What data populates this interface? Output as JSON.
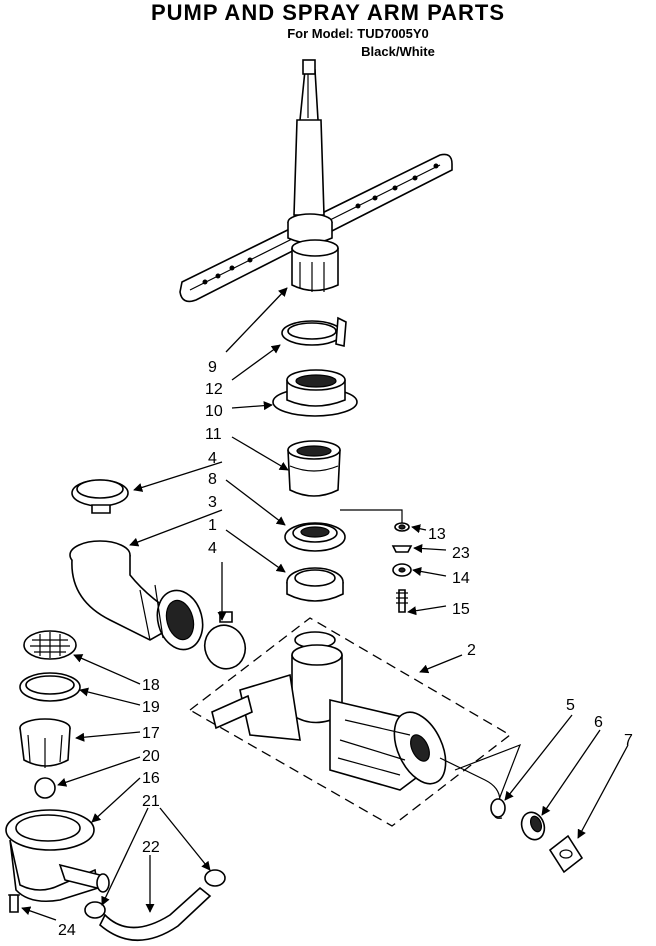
{
  "header": {
    "title": "PUMP AND SPRAY ARM PARTS",
    "model": "For Model: TUD7005Y0",
    "color": "Black/White"
  },
  "callouts": [
    {
      "id": "c9",
      "label": "9"
    },
    {
      "id": "c12",
      "label": "12"
    },
    {
      "id": "c10",
      "label": "10"
    },
    {
      "id": "c11",
      "label": "11"
    },
    {
      "id": "c4a",
      "label": "4"
    },
    {
      "id": "c8",
      "label": "8"
    },
    {
      "id": "c3",
      "label": "3"
    },
    {
      "id": "c1",
      "label": "1"
    },
    {
      "id": "c4b",
      "label": "4"
    },
    {
      "id": "c13",
      "label": "13"
    },
    {
      "id": "c23",
      "label": "23"
    },
    {
      "id": "c14",
      "label": "14"
    },
    {
      "id": "c15",
      "label": "15"
    },
    {
      "id": "c2",
      "label": "2"
    },
    {
      "id": "c18",
      "label": "18"
    },
    {
      "id": "c19",
      "label": "19"
    },
    {
      "id": "c17",
      "label": "17"
    },
    {
      "id": "c20",
      "label": "20"
    },
    {
      "id": "c16",
      "label": "16"
    },
    {
      "id": "c21",
      "label": "21"
    },
    {
      "id": "c22",
      "label": "22"
    },
    {
      "id": "c24",
      "label": "24"
    },
    {
      "id": "c5",
      "label": "5"
    },
    {
      "id": "c6",
      "label": "6"
    },
    {
      "id": "c7",
      "label": "7"
    }
  ]
}
